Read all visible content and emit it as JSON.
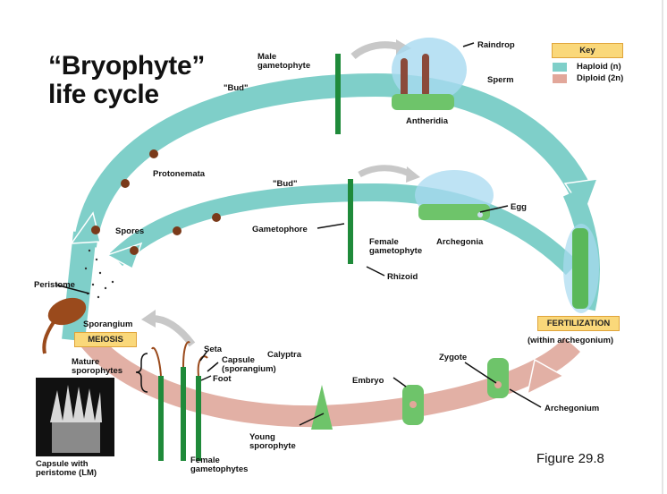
{
  "title": "“Bryophyte”\nlife cycle",
  "key": {
    "heading": "Key",
    "items": [
      {
        "label": "Haploid (n)",
        "color": "#7fcfc9"
      },
      {
        "label": "Diploid (2n)",
        "color": "#e2a79a"
      }
    ]
  },
  "colors": {
    "haploid_band": "#7fcfc9",
    "diploid_band": "#e2b0a5",
    "process_box_fill": "#fad87a",
    "process_box_border": "#e0a43a",
    "moss_green": "#2e9e4a",
    "capsule_brown": "#9a4a1c",
    "arrow_gray": "#c8c8c8"
  },
  "labels": {
    "male_gametophyte": "Male\ngametophyte",
    "bud_upper": "\"Bud\"",
    "raindrop": "Raindrop",
    "sperm": "Sperm",
    "antheridia": "Antheridia",
    "protonemata": "Protonemata",
    "bud_lower": "\"Bud\"",
    "spores": "Spores",
    "gametophore": "Gametophore",
    "egg": "Egg",
    "archegonia": "Archegonia",
    "female_gametophyte": "Female\ngametophyte",
    "rhizoid": "Rhizoid",
    "peristome": "Peristome",
    "sporangium": "Sporangium",
    "fertilization_note": "(within archegonium)",
    "mature_sporophytes": "Mature\nsporophytes",
    "seta": "Seta",
    "capsule": "Capsule\n(sporangium)",
    "foot": "Foot",
    "calyptra": "Calyptra",
    "zygote": "Zygote",
    "embryo": "Embryo",
    "archegonium": "Archegonium",
    "young_sporophyte": "Young\nsporophyte",
    "female_gametophytes": "Female\ngametophytes",
    "capsule_with_peristome": "Capsule with\nperistome (LM)"
  },
  "process_boxes": {
    "meiosis": "MEIOSIS",
    "fertilization": "FERTILIZATION"
  },
  "figure_caption": "Figure 29.8"
}
